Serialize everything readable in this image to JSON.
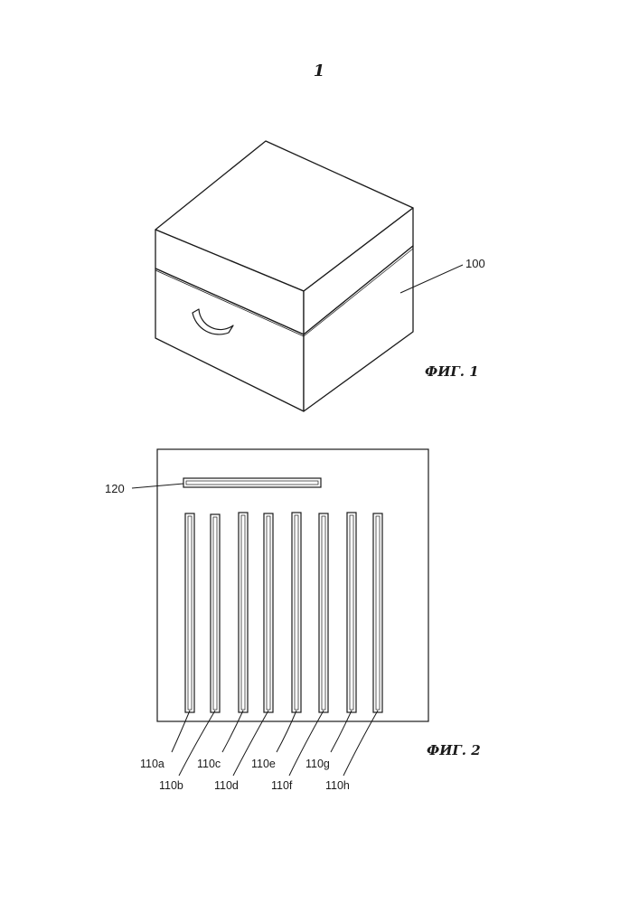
{
  "page": {
    "sheet_number": "1"
  },
  "figure1": {
    "caption": "ФИГ. 1",
    "labels": {
      "box": "100"
    }
  },
  "figure2": {
    "caption": "ФИГ. 2",
    "labels": {
      "slot_top": "120",
      "slots": [
        "110a",
        "110b",
        "110c",
        "110d",
        "110e",
        "110f",
        "110g",
        "110h"
      ]
    }
  },
  "colors": {
    "ink": "#1a1a1a",
    "background": "#ffffff"
  }
}
